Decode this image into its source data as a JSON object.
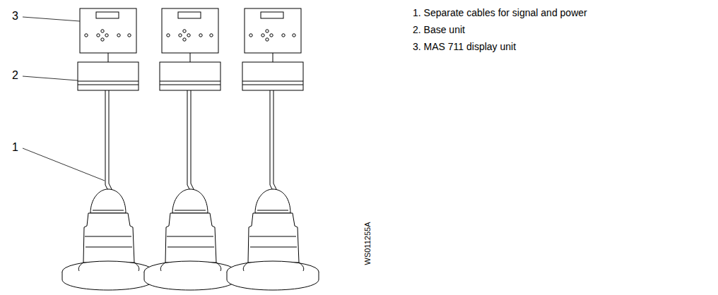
{
  "diagram": {
    "labels": [
      "3",
      "2",
      "1",
      "1. Separate cables for signal and power",
      "2. Base unit",
      "3. MAS 711 display unit",
      "WS011255A"
    ]
  }
}
